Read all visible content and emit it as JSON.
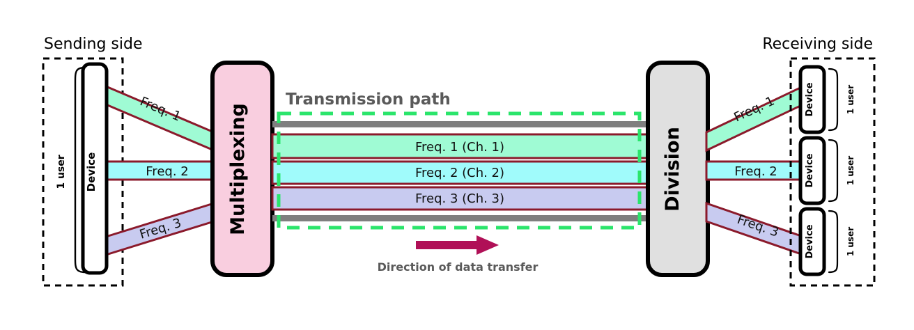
{
  "diagram": {
    "title_sending": "Sending side",
    "title_receiving": "Receiving side",
    "transmission_path_label": "Transmission path",
    "direction_label": "Direction of data transfer",
    "multiplexer_label": "Multiplexing",
    "demultiplexer_label": "Division",
    "device_label": "Device",
    "user_label": "1 user"
  },
  "sending": {
    "user_label": "1 user",
    "device_label": "Device",
    "streams": [
      {
        "label": "Freq. 1",
        "color": "#9FFBD4"
      },
      {
        "label": "Freq. 2",
        "color": "#A0FBFB"
      },
      {
        "label": "Freq. 3",
        "color": "#C8CBF0"
      }
    ]
  },
  "receiving": {
    "devices": [
      {
        "device_label": "Device",
        "user_label": "1 user",
        "stream_label": "Freq. 1",
        "color": "#9FFBD4"
      },
      {
        "device_label": "Device",
        "user_label": "1 user",
        "stream_label": "Freq. 2",
        "color": "#A0FBFB"
      },
      {
        "device_label": "Device",
        "user_label": "1 user",
        "stream_label": "Freq. 3",
        "color": "#C8CBF0"
      }
    ]
  },
  "channels": [
    {
      "label": "Freq. 1 (Ch. 1)",
      "color": "#9FFBD4"
    },
    {
      "label": "Freq. 2 (Ch. 2)",
      "color": "#A0FBFB"
    },
    {
      "label": "Freq. 3 (Ch. 3)",
      "color": "#C8CBF0"
    }
  ],
  "colors": {
    "band_green": "#9FFBD4",
    "band_cyan": "#A0FBFB",
    "band_lavender": "#C8CBF0",
    "band_edge": "#8B1A2B",
    "guard_gray": "#7F7F7F",
    "mux_fill": "#F9CEDF",
    "div_fill": "#E0E0E0",
    "dashed_green": "#2BE56B",
    "arrow_magenta": "#B01057",
    "text_gray": "#5A5A5A",
    "outline": "#000000"
  }
}
